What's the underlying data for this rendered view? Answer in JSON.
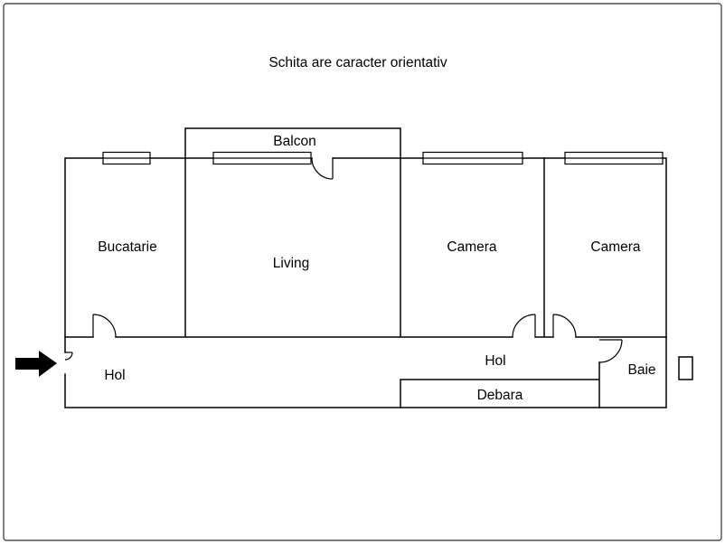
{
  "page": {
    "background": "#ffffff",
    "border_color": "#4d4d4f",
    "wall_color": "#000000"
  },
  "title": "Schita are caracter orientativ",
  "rooms": {
    "balcon": "Balcon",
    "bucatarie": "Bucatarie",
    "living": "Living",
    "camera_1": "Camera",
    "camera_2": "Camera",
    "hol_left": "Hol",
    "hol_right": "Hol",
    "baie": "Baie",
    "debara": "Debara"
  }
}
